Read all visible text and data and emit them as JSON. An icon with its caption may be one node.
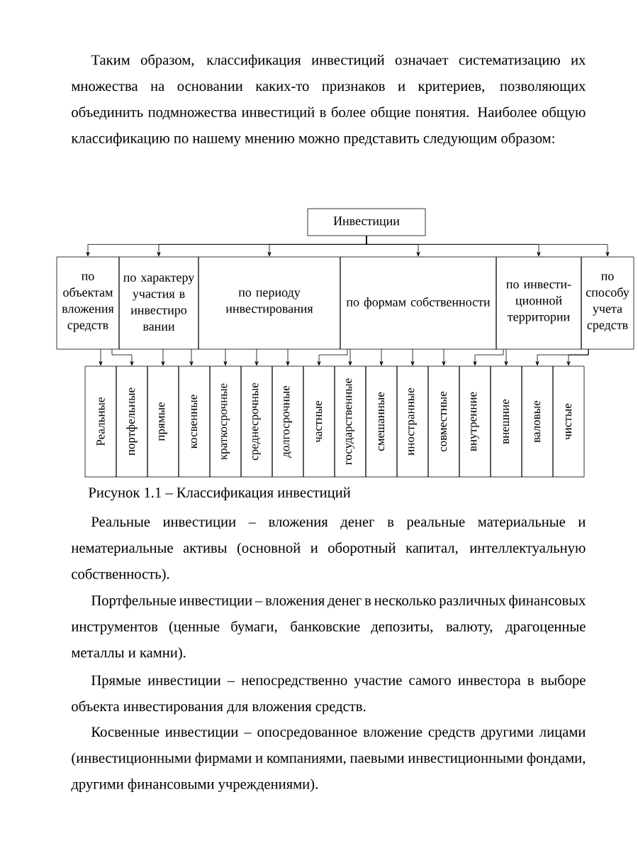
{
  "diagram": {
    "caption": "Рисунок 1.1 – Классификация инвестиций",
    "nodes": [
      {
        "text": [
          "Инвестиции"
        ]
      },
      {
        "text": [
          "по объектам вложения средств"
        ]
      },
      {
        "text": [
          "по характеру участия в инвестиро вании"
        ]
      },
      {
        "text": [
          "по периоду инвестирования"
        ]
      },
      {
        "text": [
          "по формам собственности"
        ]
      },
      {
        "text": [
          "по инвести-ционной территории"
        ]
      },
      {
        "text": [
          "по способу учета средств"
        ]
      },
      {
        "text": [
          "Реальные"
        ]
      },
      {
        "text": [
          "портфельные"
        ]
      },
      {
        "text": [
          "прямые"
        ]
      },
      {
        "text": [
          "косвенные"
        ]
      },
      {
        "text": [
          "краткосрочные"
        ]
      },
      {
        "text": [
          "среднесрочные"
        ]
      },
      {
        "text": [
          "долгосрочные"
        ]
      },
      {
        "text": [
          "частные"
        ]
      },
      {
        "text": [
          "государственные"
        ]
      },
      {
        "text": [
          "смешанные"
        ]
      },
      {
        "text": [
          "иностранные"
        ]
      },
      {
        "text": [
          "совместные"
        ]
      },
      {
        "text": [
          "внутренние"
        ]
      },
      {
        "text": [
          "внешние"
        ]
      },
      {
        "text": [
          "валовые"
        ]
      },
      {
        "text": [
          "чистые"
        ]
      }
    ],
    "edges": [
      {
        "from": 0,
        "to": 1,
        "arrow": "to"
      },
      {
        "from": 0,
        "to": 2,
        "arrow": "to"
      },
      {
        "from": 0,
        "to": 3,
        "arrow": "to"
      },
      {
        "from": 0,
        "to": 4,
        "arrow": "to"
      },
      {
        "from": 0,
        "to": 5,
        "arrow": "to"
      },
      {
        "from": 0,
        "to": 6,
        "arrow": "to"
      },
      {
        "from": 1,
        "to": 7,
        "arrow": "to"
      },
      {
        "from": 1,
        "to": 8,
        "arrow": "to"
      },
      {
        "from": 2,
        "to": 9,
        "arrow": "to"
      },
      {
        "from": 2,
        "to": 10,
        "arrow": "to"
      },
      {
        "from": 3,
        "to": 11,
        "arrow": "to"
      },
      {
        "from": 3,
        "to": 12,
        "arrow": "to"
      },
      {
        "from": 3,
        "to": 13,
        "arrow": "to"
      },
      {
        "from": 4,
        "to": 14,
        "arrow": "to"
      },
      {
        "from": 4,
        "to": 15,
        "arrow": "to"
      },
      {
        "from": 4,
        "to": 16,
        "arrow": "to"
      },
      {
        "from": 4,
        "to": 17,
        "arrow": "to"
      },
      {
        "from": 4,
        "to": 18,
        "arrow": "to"
      },
      {
        "from": 5,
        "to": 19,
        "arrow": "to"
      },
      {
        "from": 5,
        "to": 20,
        "arrow": "to"
      },
      {
        "from": 6,
        "to": 21,
        "arrow": "to"
      },
      {
        "from": 6,
        "to": 22,
        "arrow": "to"
      }
    ],
    "labels": [
      "Таким образом, классификация инвестиций означает систематизацию их множества на основании каких-то признаков и критериев, позволяющих объединить подмножества инвестиций в более общие понятия. Наиболее общую классификацию по нашему мнению можно представить следующим образом:",
      "Реальные инвестиции – вложения денег в реальные материальные и нематериальные активы (основной и оборотный капитал, интеллектуальную собственность).",
      "Портфельные инвестиции – вложения денег в несколько различных финансовых инструментов (ценные бумаги, банковские депозиты, валюту, драгоценные металлы и камни).",
      "Прямые инвестиции – непосредственно участие самого инвестора в выборе объекта инвестирования для вложения средств.",
      "Косвенные инвестиции – опосредованное вложение средств другими лицами (инвестиционными фирмами и компаниями, паевыми инвестиционными фондами, другими финансовыми учреждениями)."
    ]
  }
}
